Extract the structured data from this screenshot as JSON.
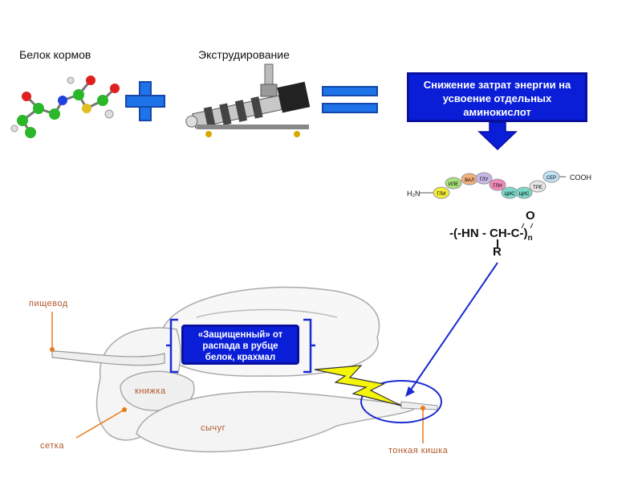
{
  "feed_protein_label": "Белок кормов",
  "extrusion_label": "Экструдирование",
  "energy_box_text": "Снижение затрат энергии на усвоение отдельных аминокислот",
  "peptide_chain": {
    "n_terminus": "H₂N",
    "c_terminus": "COOH",
    "residues": [
      "ГЛИ",
      "ИЛЕ",
      "ВАЛ",
      "ГЛУ",
      "ГЛН",
      "ЦИС",
      "ЦИС",
      "ТРЕ",
      "СЕР"
    ]
  },
  "formula": {
    "main": "-(-HN - CH-C-)",
    "subscript": "n",
    "top": "O",
    "bottom": "R"
  },
  "protected_box_text": "«Защищенный» от распада в рубце белок, крахмал",
  "organs": {
    "esophagus": "пищевод",
    "omasum": "книжка",
    "reticulum": "сетка",
    "abomasum": "сычуг",
    "small_intestine": "тонкая кишка"
  },
  "colors": {
    "accent_blue": "#0a1ed8",
    "arrow_blue": "#1a2bd0",
    "lightning_yellow": "#f5f50a",
    "organ_label_color": "#b05a2a",
    "pointer_orange": "#e87a1a"
  }
}
